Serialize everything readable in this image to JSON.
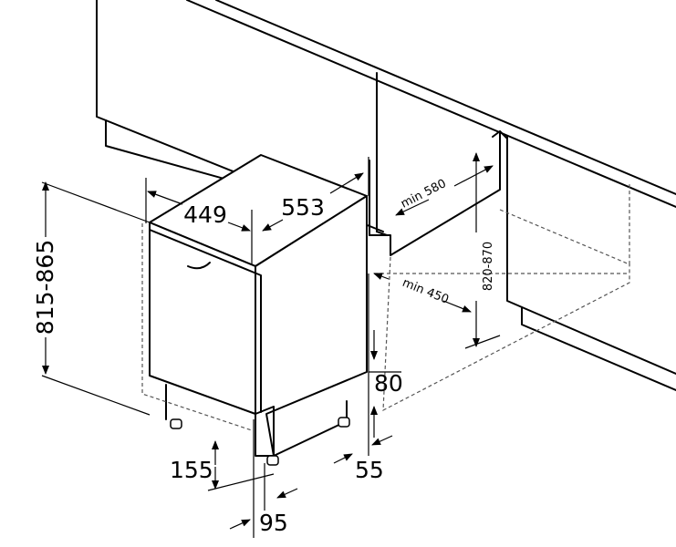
{
  "dimensions": {
    "height_range": "815-865",
    "width": "449",
    "depth": "553",
    "niche_depth": "min 580",
    "niche_height": "820-870",
    "niche_width": "min 450",
    "plinth_height": "80",
    "plinth_recess": "55",
    "door_offset": "155",
    "foot_offset": "95"
  }
}
